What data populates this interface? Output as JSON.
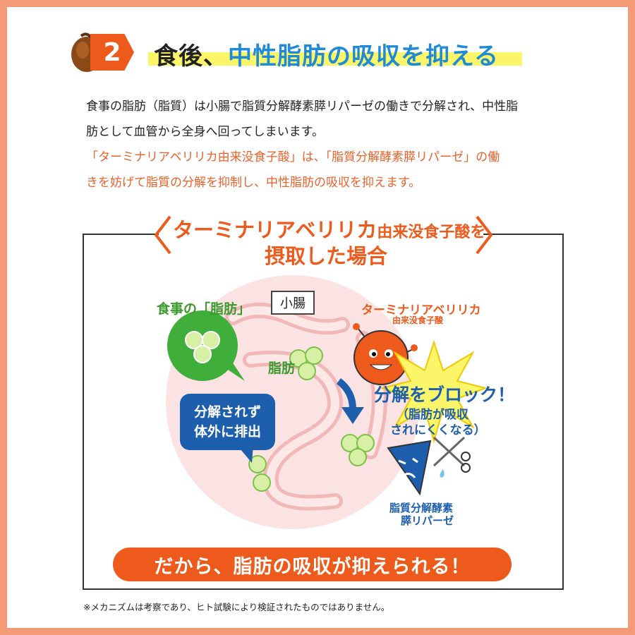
{
  "section": {
    "number": "2",
    "heading_part1": "食後、",
    "heading_part2": "中性脂肪の吸収を抑える"
  },
  "intro": {
    "line1": "食事の脂肪（脂質）は小腸で脂質分解酵素膵リパーゼの働きで分解され、中性脂",
    "line2": "肪として血管から全身へ回ってしまいます。",
    "line3": "「ターミナリアベリリカ由来没食子酸」は、「脂質分解酵素膵リパーゼ」の働",
    "line4": "きを妨げて脂質の分解を抑制し、中性脂肪の吸収を抑えます。"
  },
  "diagram": {
    "title_main": "ターミナリアベリリカ",
    "title_small": "由来没食子酸を",
    "title_line2": "摂取した場合",
    "organ_label": "小腸",
    "meal_fat_label": "食事の「脂肪」",
    "fat_label": "脂肪",
    "excretion_line1": "分解されず",
    "excretion_line2": "体外に排出",
    "agent_label1": "ターミナリアベリリカ",
    "agent_label2": "由来没食子酸",
    "block_main": "分解をブロック！",
    "block_sub1": "（脂肪が吸収",
    "block_sub2": "されにくくなる）",
    "lipase_label1": "脂質分解酵素",
    "lipase_label2": "膵リパーゼ",
    "conclusion": "だから、脂肪の吸収が抑えられる！"
  },
  "footnote": "※メカニズムは考察であり、ヒト試験により検証されたものではありません。",
  "colors": {
    "accent_orange": "#ee5a1c",
    "accent_blue": "#1d5fad",
    "heading_blue": "#1f8bd6",
    "fat_green": "#3fae3a",
    "fat_light_green": "#d7f0a5",
    "frame_salmon": "#f59a76",
    "highlight_yellow": "#fbf56a"
  }
}
